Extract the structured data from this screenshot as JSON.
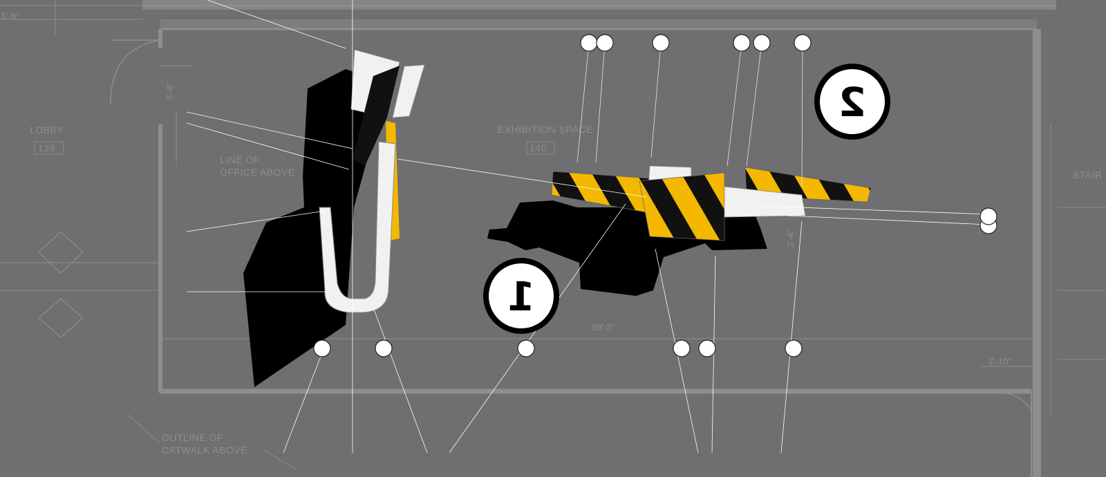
{
  "plan_labels": {
    "lobby": "LOBBY",
    "lobby_number": "139",
    "exhibition": "EXHIBITION SPACE",
    "exhibition_number": "140",
    "office_line_1": "LINE OF",
    "office_line_2": "OFFICE ABOVE",
    "catwalk_line_1": "OUTLINE OF",
    "catwalk_line_2": "CATWALK ABOVE",
    "stair": "STAIR"
  },
  "dimensions": {
    "top_left": "5'-8\"",
    "left_vertical": "5'-8\"",
    "overall_width": "59'-3\"",
    "right": "2'-10\"",
    "small": "2'-4\""
  },
  "markers": {
    "one": "1",
    "two": "2"
  },
  "colors": {
    "background": "#6f6e70",
    "plan_lines": "#8e8d90",
    "accent_yellow": "#f4b800",
    "shadow": "#000000",
    "panel_white": "#f1f1f1"
  }
}
